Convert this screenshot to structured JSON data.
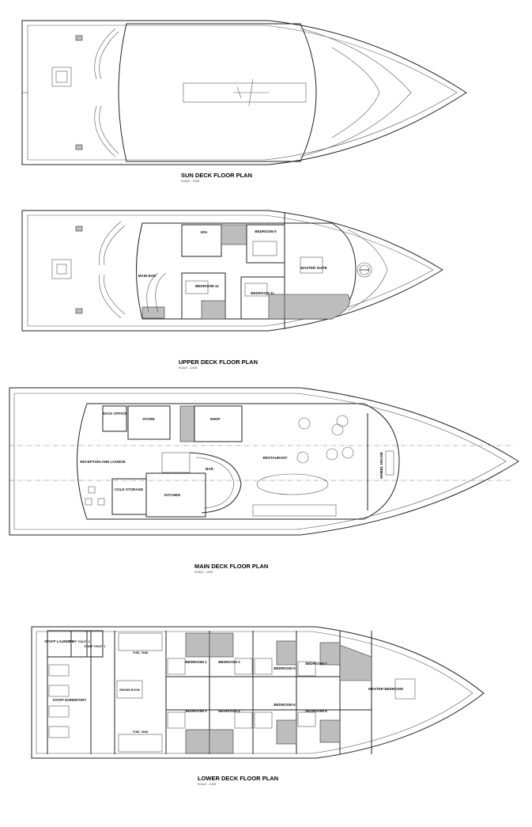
{
  "decks": [
    {
      "title": "SUN DECK FLOOR PLAN",
      "scale": "SCALE - 1/100",
      "rooms": []
    },
    {
      "title": "UPPER DECK FLOOR PLAN",
      "scale": "SCALE - 1/100",
      "rooms": [
        "SPA",
        "BEDROOM 9",
        "MASTER SUITE",
        "MAIN BAR",
        "BEDROOM 12",
        "BEDROOM 11",
        "JACUZZI"
      ]
    },
    {
      "title": "MAIN DECK FLOOR PLAN",
      "scale": "SCALE - 1/100",
      "rooms": [
        "BACK OFFICE",
        "STORE",
        "SHOP",
        "RESTAURANT",
        "RECEPTION AND LOUNGE",
        "COLD STORAGE",
        "KITCHEN",
        "BAR",
        "WHEEL HOUSE"
      ]
    },
    {
      "title": "LOWER DECK FLOOR PLAN",
      "scale": "SCALE - 1/100",
      "rooms": [
        "STAFF LAUNDRY",
        "STAFF TOILET 2",
        "STAFF TOILET 1",
        "STAFF DORMITORY",
        "FUEL TANK",
        "ENGINE ROOM",
        "FUEL TANK",
        "BEDROOM 1",
        "BEDROOM 3",
        "BEDROOM 5",
        "BEDROOM 7",
        "BEDROOM 2",
        "BEDROOM 4",
        "BEDROOM 6",
        "BEDROOM 8",
        "MASTER BEDROOM"
      ]
    }
  ]
}
